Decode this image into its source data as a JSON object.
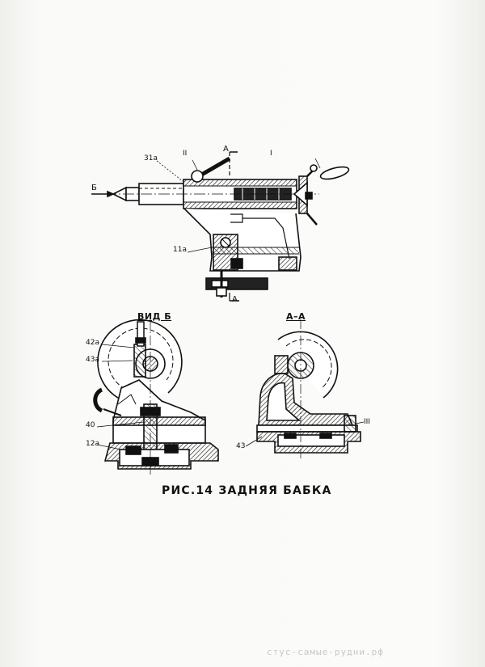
{
  "caption": "РИС.14 ЗАДНЯЯ БАБКА",
  "watermark": "стус-самые-рудни.рф",
  "views": {
    "main": {
      "labels": {
        "a_top": "А",
        "a_bottom": "А",
        "b_arrow": "Б",
        "roman_2": "II",
        "roman_1": "I",
        "part_31a": "31а",
        "part_11a": "11а"
      }
    },
    "view_b": {
      "title": "ВИД Б",
      "labels": {
        "part_42a": "42а",
        "part_43a": "43а",
        "part_40": "40",
        "part_12a": "12а"
      }
    },
    "section_aa": {
      "title": "А–А",
      "labels": {
        "part_43": "43",
        "roman_3": "III"
      }
    }
  }
}
